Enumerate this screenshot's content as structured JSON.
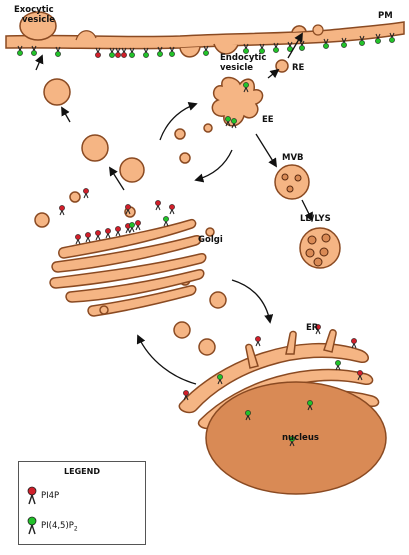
{
  "labels": {
    "exocytic_vesicle": "Exocytic\nvesicle",
    "pm": "PM",
    "endocytic_vesicle": "Endocytic\nvesicle",
    "re": "RE",
    "ee": "EE",
    "mvb": "MVB",
    "le_lys": "LE/LYS",
    "golgi": "Golgi",
    "er": "ER",
    "nucleus": "nucleus"
  },
  "legend": {
    "title": "LEGEND",
    "items": [
      {
        "label": "PI4P",
        "color": "#d01f2a",
        "icon": "pi4p-lipid-icon"
      },
      {
        "label": "PI(4,5)P",
        "subscript": "2",
        "color": "#22c22a",
        "icon": "pip2-lipid-icon"
      }
    ]
  },
  "colors": {
    "membrane_fill": "#f5b584",
    "membrane_stroke": "#8a4a22",
    "nucleus_fill": "#d98a55",
    "pi4p": "#d01f2a",
    "pip2": "#22c22a"
  }
}
